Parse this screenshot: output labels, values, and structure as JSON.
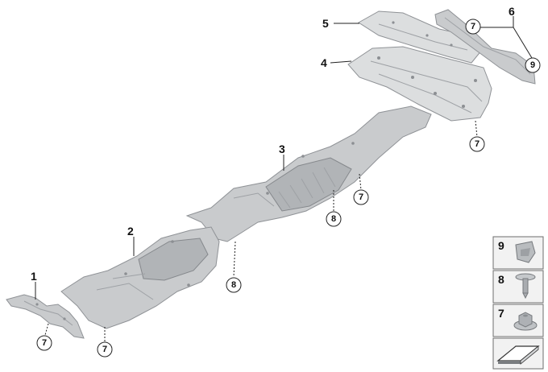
{
  "callouts": {
    "c1": "1",
    "c2": "2",
    "c3": "3",
    "c4": "4",
    "c5": "5",
    "c6": "6"
  },
  "circled_refs": {
    "r7_top": "7",
    "r9_top": "9",
    "r7_right": "7",
    "r7_mid": "7",
    "r8_mid": "8",
    "r8_low": "8",
    "r7_left": "7",
    "r7_bottom": "7"
  },
  "legend": {
    "items": [
      "9",
      "8",
      "7"
    ]
  }
}
